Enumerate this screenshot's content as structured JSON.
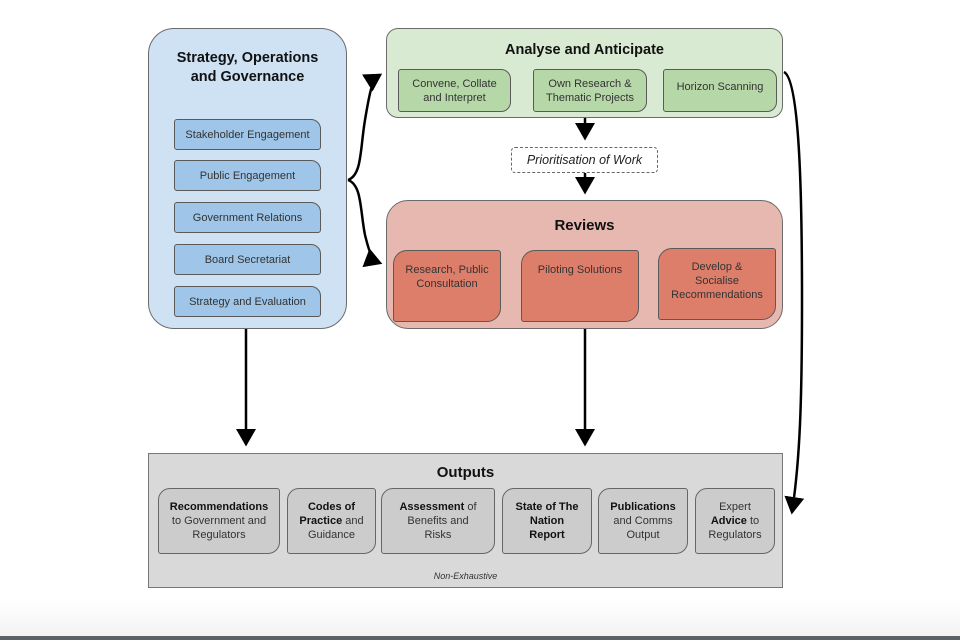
{
  "strategy": {
    "title_line1": "Strategy, Operations",
    "title_line2": "and Governance",
    "items": [
      {
        "label": "Stakeholder Engagement"
      },
      {
        "label": "Public Engagement"
      },
      {
        "label": "Government Relations"
      },
      {
        "label": "Board Secretariat"
      },
      {
        "label": "Strategy and Evaluation"
      }
    ]
  },
  "analyse": {
    "title": "Analyse and Anticipate",
    "items": [
      {
        "line1": "Convene, Collate",
        "line2": "and Interpret"
      },
      {
        "line1": "Own Research &",
        "line2": "Thematic Projects"
      },
      {
        "line1": "Horizon Scanning",
        "line2": ""
      }
    ]
  },
  "prioritisation": {
    "label": "Prioritisation of Work"
  },
  "reviews": {
    "title": "Reviews",
    "items": [
      {
        "line1": "Research, Public",
        "line2": "Consultation",
        "line3": ""
      },
      {
        "line1": "Piloting Solutions",
        "line2": "",
        "line3": ""
      },
      {
        "line1": "Develop &",
        "line2": "Socialise",
        "line3": "Recommendations"
      }
    ]
  },
  "outputs": {
    "title": "Outputs",
    "footnote": "Non-Exhaustive",
    "items": [
      {
        "bold1": "Recommendations",
        "text1": "",
        "line2": "to Government and",
        "bold2": "",
        "line3": "Regulators"
      },
      {
        "bold1": "Codes of",
        "text1": "",
        "bold2": "Practice",
        "line2": " and",
        "line3": "Guidance"
      },
      {
        "bold1": "Assessment",
        "text1": " of",
        "bold2": "",
        "line2": "Benefits and",
        "line3": "Risks"
      },
      {
        "bold1": "State of The",
        "text1": "",
        "bold2": "Nation",
        "line2": "",
        "bold3": "Report"
      },
      {
        "bold1": "Publications",
        "text1": "",
        "bold2": "",
        "line2": "and Comms",
        "line3": "Output"
      },
      {
        "bold1": "",
        "text1": "Expert",
        "bold2": "Advice",
        "line2": " to",
        "line3": "Regulators"
      }
    ]
  },
  "colors": {
    "strategy_bg": "#cfe2f3",
    "strategy_item": "#9fc5e8",
    "analyse_bg": "#d9ead3",
    "analyse_item": "#b6d7a8",
    "reviews_bg": "#e6b8af",
    "reviews_item": "#dd7e6b",
    "outputs_bg": "#d9d9d9",
    "outputs_item": "#cccccc"
  }
}
